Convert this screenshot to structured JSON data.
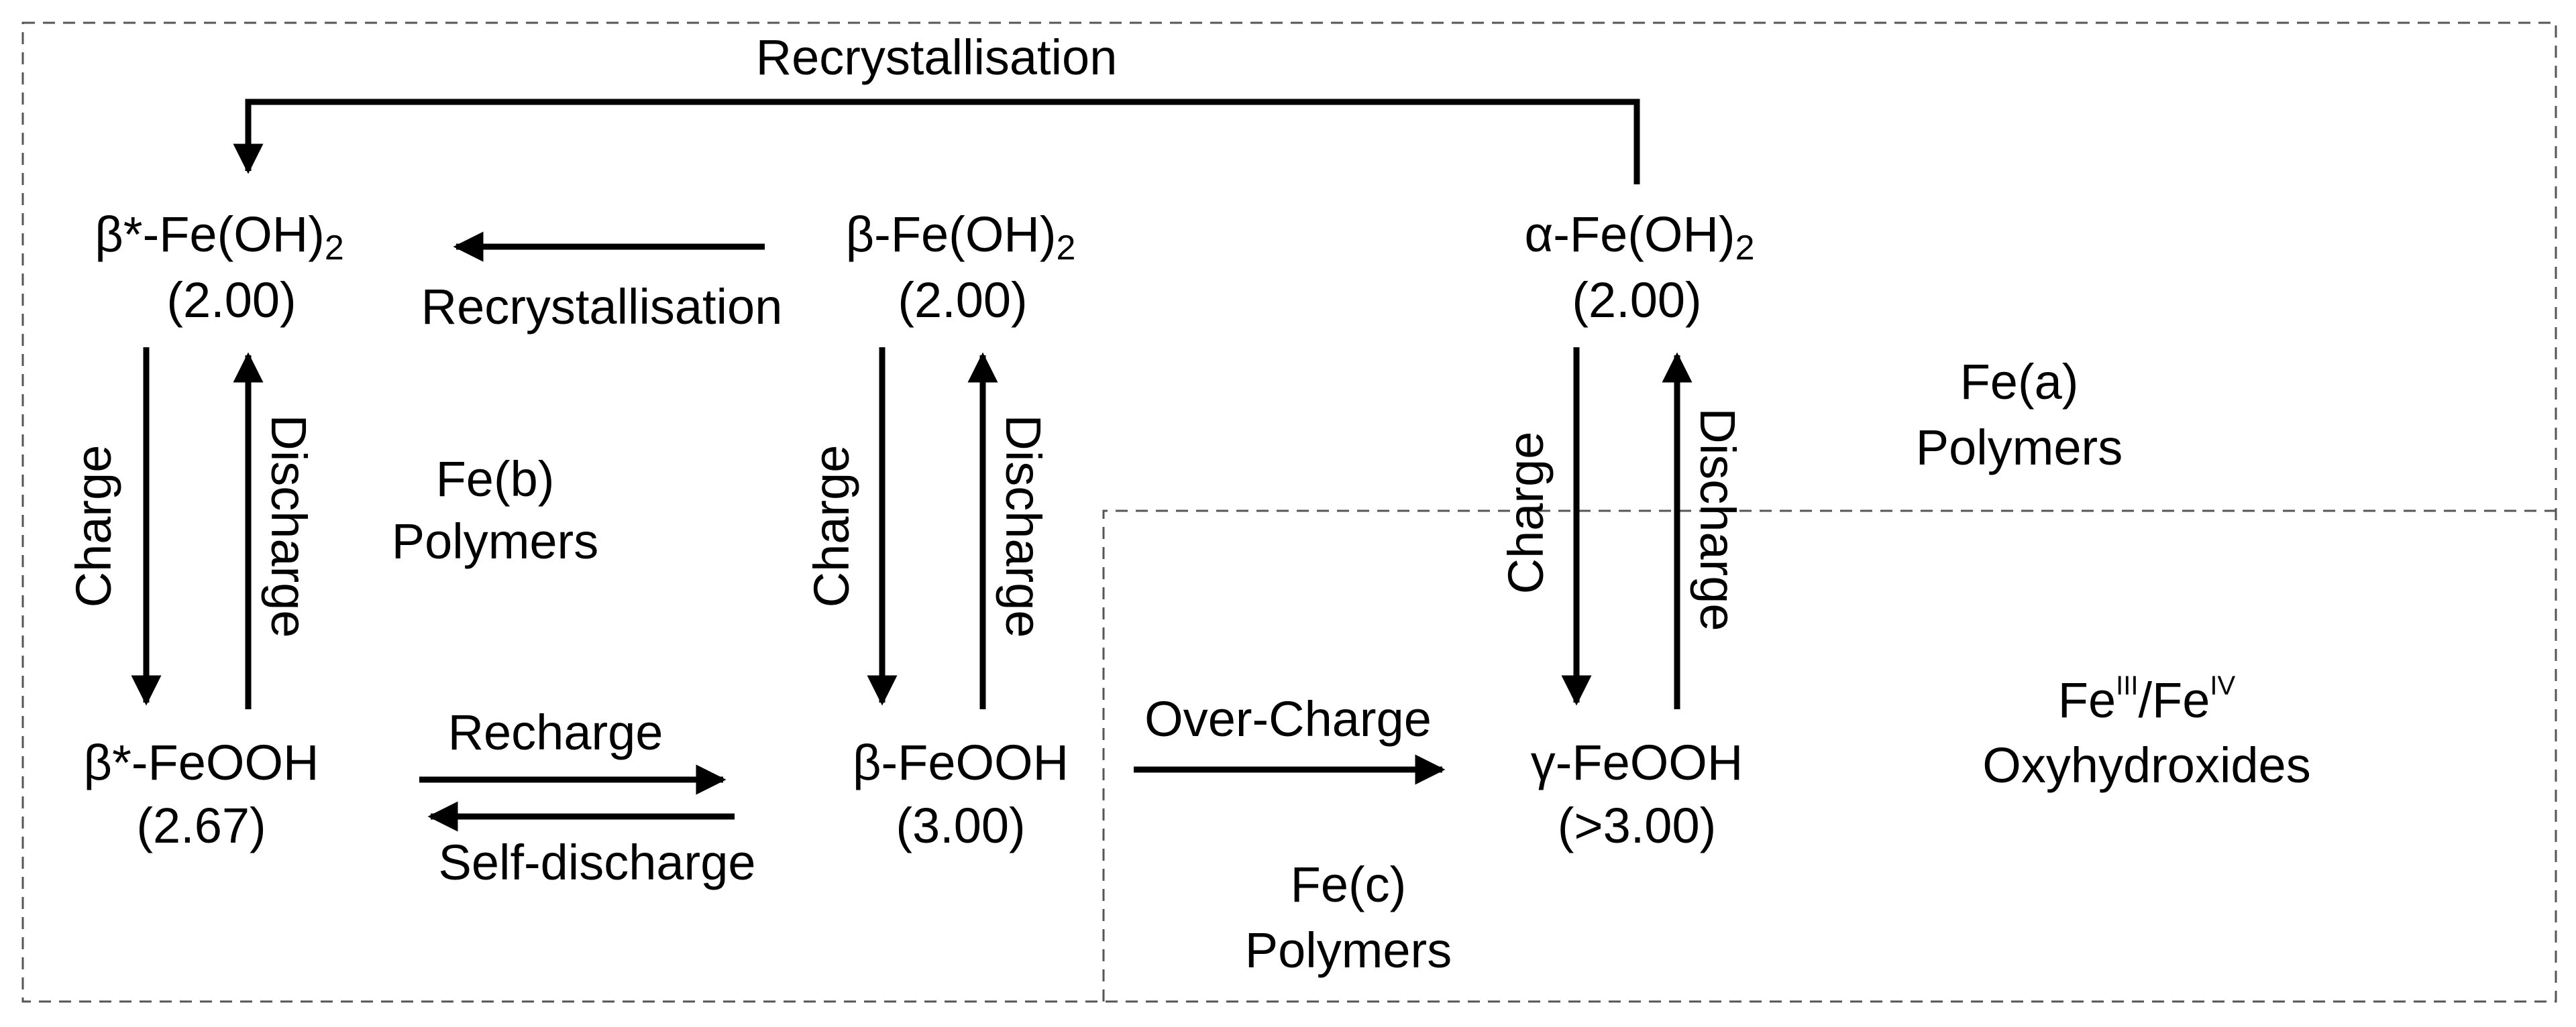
{
  "nodes": {
    "beta_star_oh2": {
      "prefix": "β*-Fe(OH)",
      "sub": "2",
      "value": "(2.00)"
    },
    "beta_oh2": {
      "prefix": "β-Fe(OH)",
      "sub": "2",
      "value": "(2.00)"
    },
    "alpha_oh2": {
      "prefix": "α-Fe(OH)",
      "sub": "2",
      "value": "(2.00)"
    },
    "beta_star_feooh": {
      "name": "β*-FeOOH",
      "value": "(2.67)"
    },
    "beta_feooh": {
      "name": "β-FeOOH",
      "value": "(3.00)"
    },
    "gamma_feooh": {
      "name": "γ-FeOOH",
      "value": "(>3.00)"
    }
  },
  "edges": {
    "recryst_top": "Recrystallisation",
    "recryst_mid": "Recrystallisation",
    "charge": "Charge",
    "discharge": "Discharge",
    "recharge": "Recharge",
    "self_discharge": "Self-discharge",
    "over_charge": "Over-Charge"
  },
  "regions": {
    "fe_a": {
      "line1": "Fe(a)",
      "line2": "Polymers"
    },
    "fe_b": {
      "line1": "Fe(b)",
      "line2": "Polymers"
    },
    "fe_c": {
      "line1": "Fe(c)",
      "line2": "Polymers"
    },
    "oxy": {
      "fe": "Fe",
      "sup3": "III",
      "slash": "/Fe",
      "sup4": "IV",
      "line2": "Oxyhydroxides"
    }
  }
}
